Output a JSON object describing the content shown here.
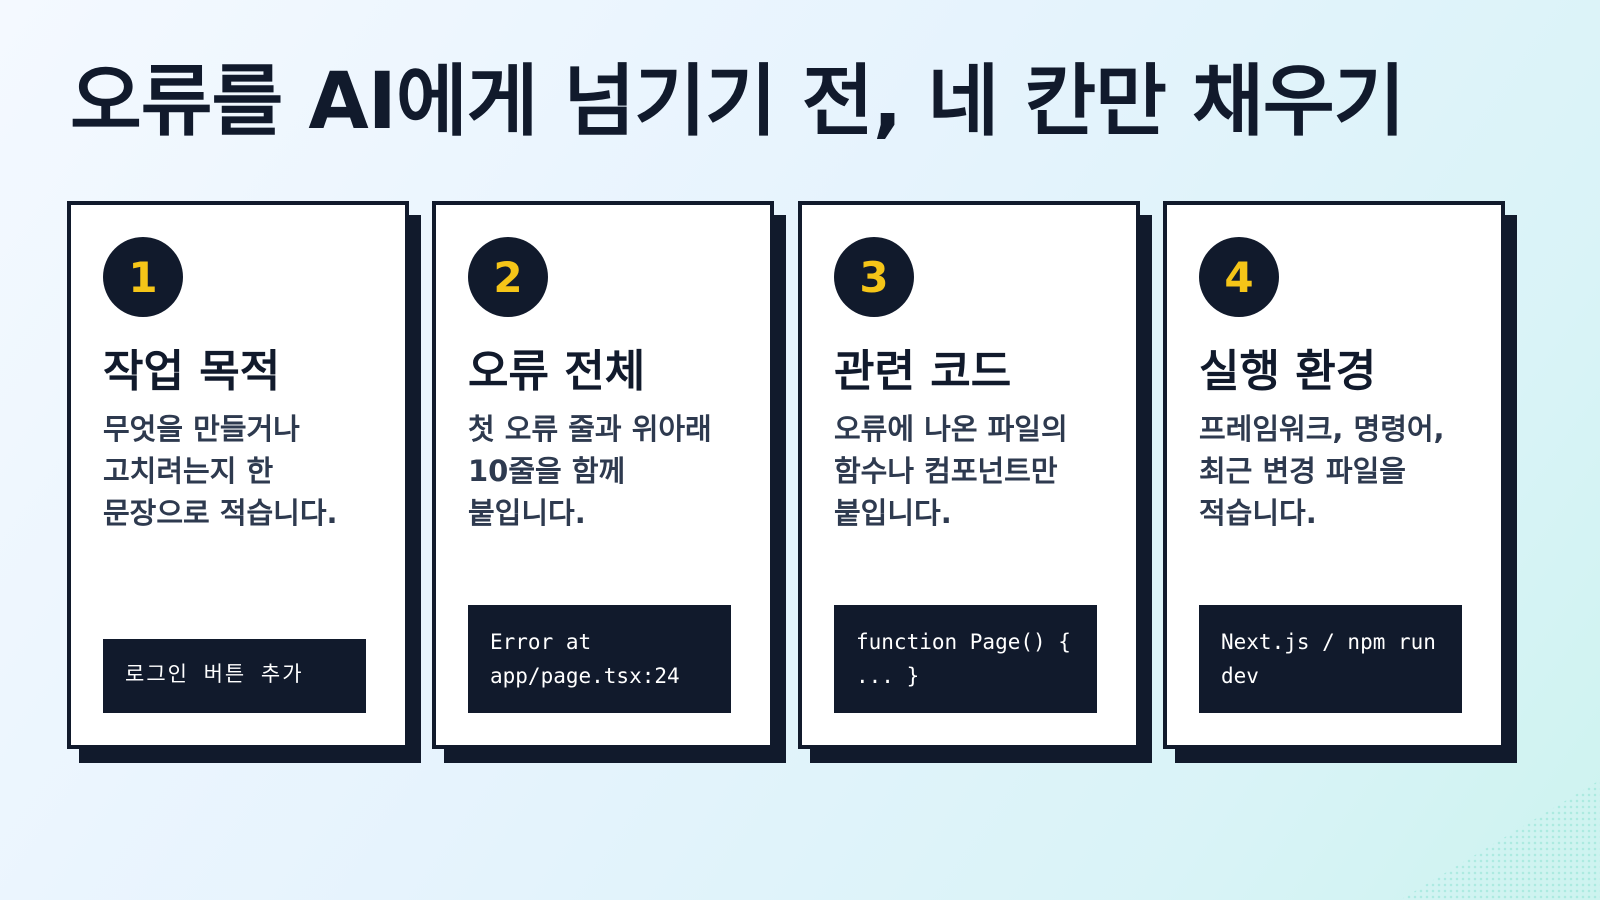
{
  "title": "오류를 AI에게 넘기기 전, 네 칸만 채우기",
  "colors": {
    "dark": "#111a2c",
    "accent": "#f5c518",
    "card": "#ffffff"
  },
  "cards": [
    {
      "number": "1",
      "title": "작업 목적",
      "desc": "무엇을 만들거나 고치려는지 한 문장으로 적습니다.",
      "code": "로그인 버튼 추가"
    },
    {
      "number": "2",
      "title": "오류 전체",
      "desc": "첫 오류 줄과 위아래 10줄을 함께 붙입니다.",
      "code": "Error at app/page.tsx:24"
    },
    {
      "number": "3",
      "title": "관련 코드",
      "desc": "오류에 나온 파일의 함수나 컴포넌트만 붙입니다.",
      "code": "function Page() { ... }"
    },
    {
      "number": "4",
      "title": "실행 환경",
      "desc": "프레임워크, 명령어, 최근 변경 파일을 적습니다.",
      "code": "Next.js / npm run dev"
    }
  ]
}
